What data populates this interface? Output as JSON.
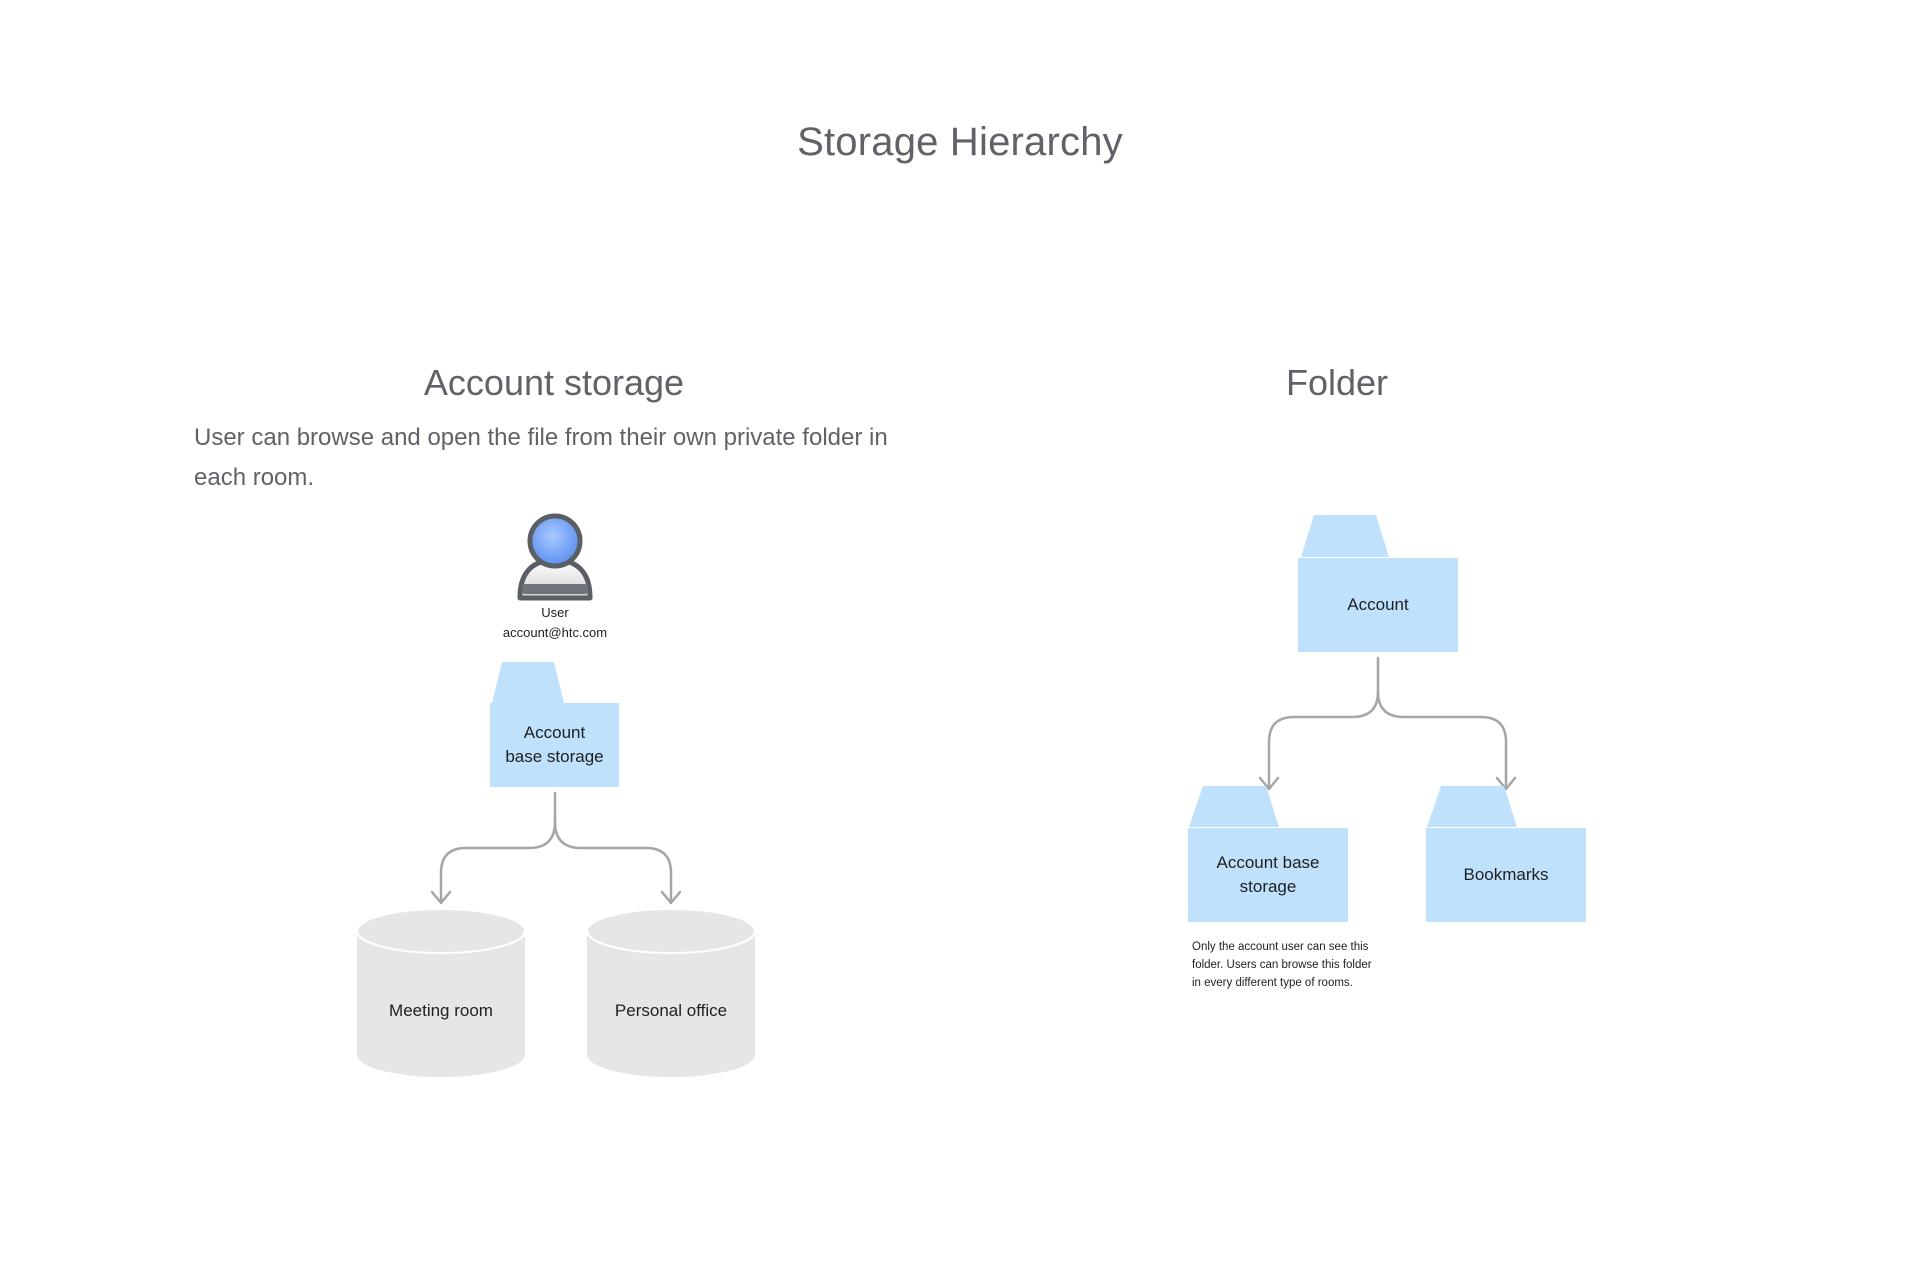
{
  "page": {
    "title": "Storage Hierarchy"
  },
  "account_storage": {
    "title": "Account storage",
    "description": "User can browse and open the file from their own private folder in each room.",
    "user": {
      "label": "User",
      "email": "account@htc.com"
    },
    "base_folder": {
      "label_line1": "Account",
      "label_line2": "base storage"
    },
    "rooms": [
      {
        "label": "Meeting room"
      },
      {
        "label": "Personal office"
      }
    ]
  },
  "folder": {
    "title": "Folder",
    "root": {
      "label": "Account"
    },
    "children": [
      {
        "label_line1": "Account base",
        "label_line2": "storage"
      },
      {
        "label": "Bookmarks"
      }
    ],
    "note": "Only the account user can see this folder. Users can browse this folder in every different type of rooms."
  },
  "colors": {
    "folder_fill": "#bfe1fc",
    "cylinder_fill": "#e6e6e6",
    "connector": "#a6a6a6",
    "title_text": "#5f6368",
    "node_text": "#202124"
  }
}
